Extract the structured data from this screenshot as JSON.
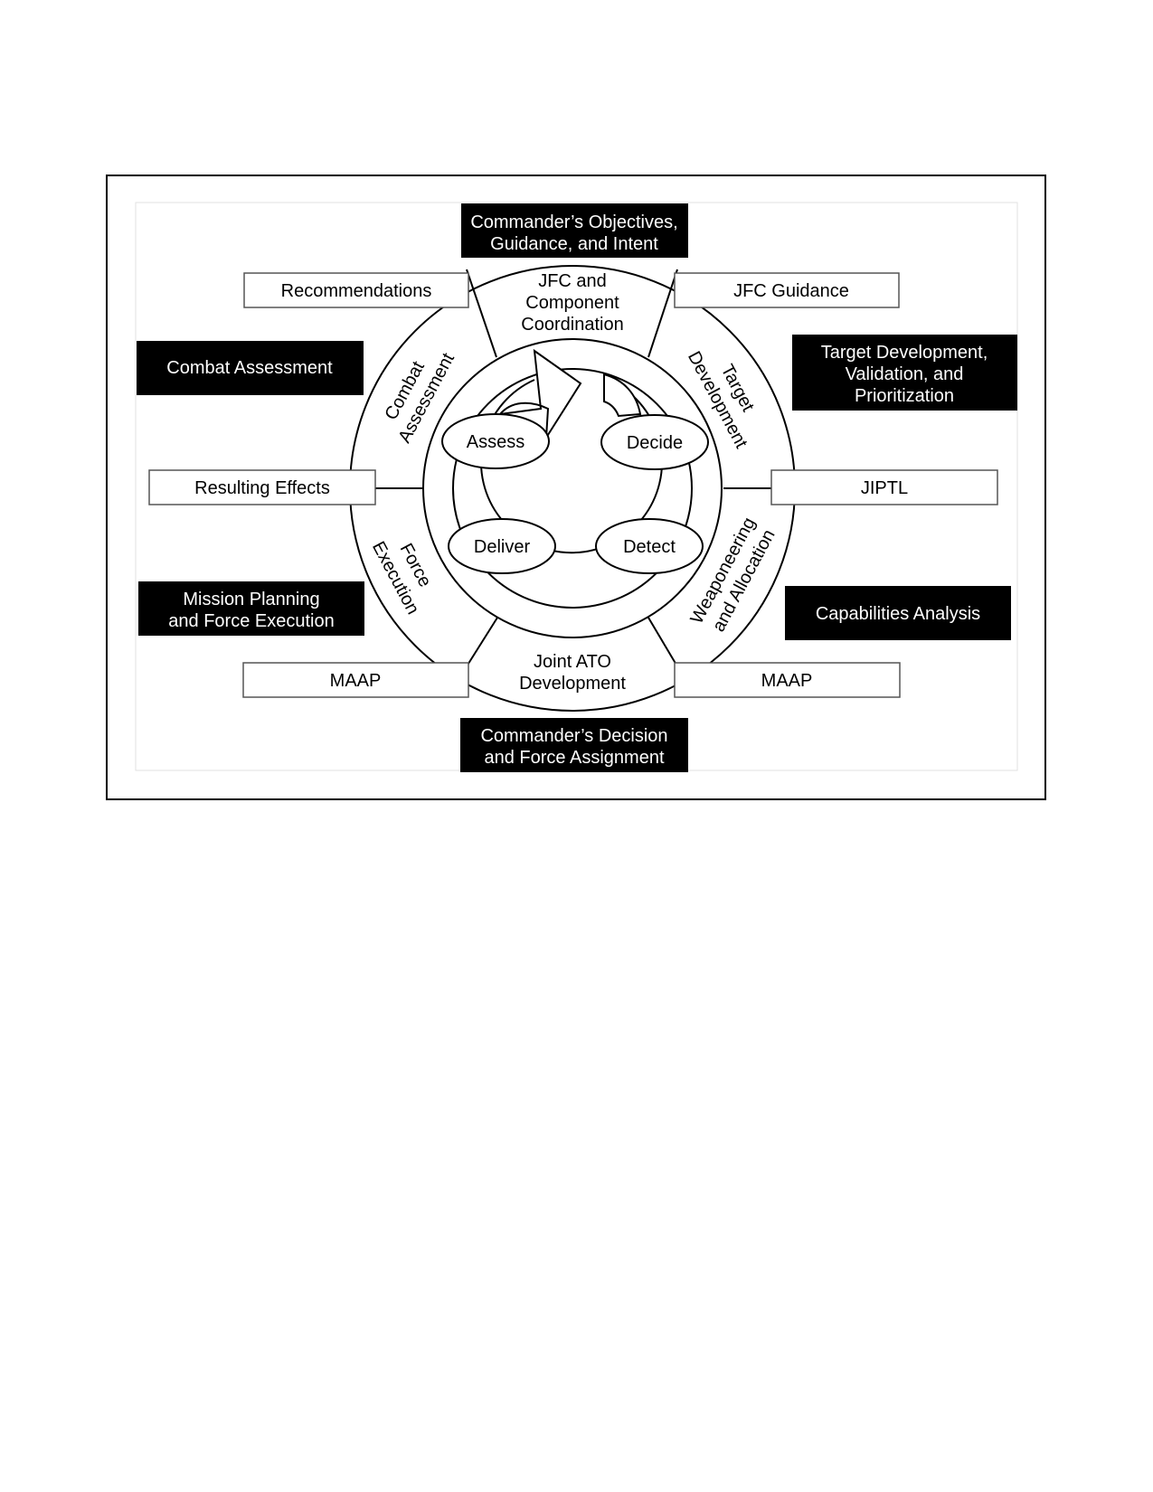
{
  "center_top": {
    "lines": [
      "Commander’s Objectives,",
      "Guidance, and Intent"
    ]
  },
  "center_bottom": {
    "lines": [
      "Commander’s Decision",
      "and Force Assignment"
    ]
  },
  "left_black_boxes": [
    {
      "lines": [
        "Combat Assessment"
      ]
    },
    {
      "lines": [
        "Mission Planning",
        "and Force Execution"
      ]
    }
  ],
  "right_black_boxes": [
    {
      "lines": [
        "Target Development,",
        "Validation, and",
        "Prioritization"
      ]
    },
    {
      "lines": [
        "Capabilities Analysis"
      ]
    }
  ],
  "white_boxes": {
    "recommendations": "Recommendations",
    "jfc_guidance": "JFC Guidance",
    "resulting_effects": "Resulting Effects",
    "jiptl": "JIPTL",
    "maap_left": "MAAP",
    "maap_right": "MAAP"
  },
  "ring_segments": {
    "top": [
      "JFC and",
      "Component",
      "Coordination"
    ],
    "upper_right": [
      "Target",
      "Development"
    ],
    "lower_right": [
      "Weaponeering",
      "and Allocation"
    ],
    "bottom": [
      "Joint ATO",
      "Development"
    ],
    "lower_left": [
      "Force",
      "Execution"
    ],
    "upper_left": [
      "Combat",
      "Assessment"
    ]
  },
  "cycle_ovals": {
    "assess": "Assess",
    "decide": "Decide",
    "detect": "Detect",
    "deliver": "Deliver"
  },
  "colors": {
    "ink": "#000000",
    "box_border": "#555555",
    "frame_fill": "#ffffff",
    "black_box_text": "#ffffff"
  }
}
